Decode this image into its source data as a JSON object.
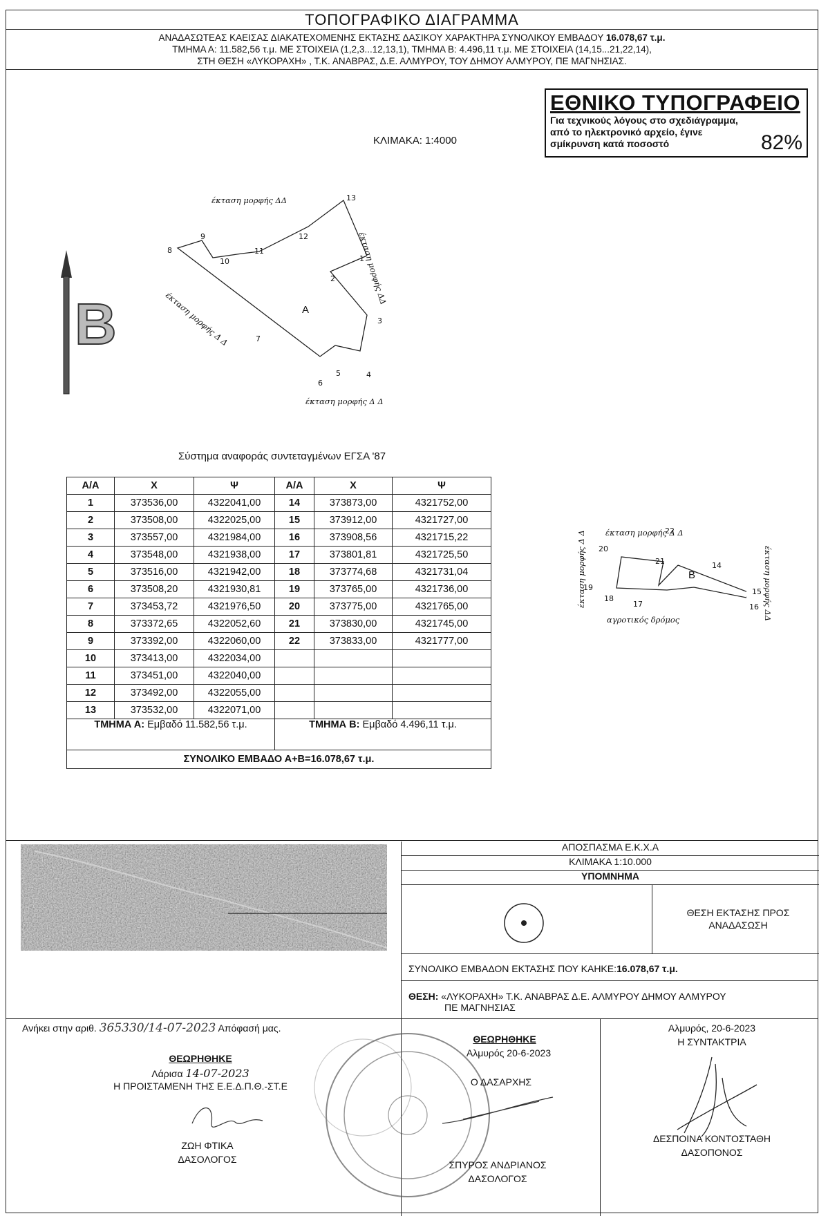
{
  "header": {
    "title": "ΤΟΠΟΓΡΑΦΙΚΟ ΔΙΑΓΡΑΜΜΑ",
    "line1_pre": "ΑΝΑΔΑΣΩΤΕΑΣ ΚΑΕΙΣΑΣ ΔΙΑΚΑΤΕΧΟΜΕΝΗΣ ΕΚΤΑΣΗΣ ΔΑΣΙΚΟΥ ΧΑΡΑΚΤΗΡΑ ΣΥΝΟΛΙΚΟΥ ΕΜΒΑΔΟΥ ",
    "line1_bold": "16.078,67 τ.μ.",
    "line2": "ΤΜΗΜΑ Α: 11.582,56 τ.μ. ΜΕ ΣΤΟΙΧΕΙΑ (1,2,3...12,13,1), ΤΜΗΜΑ Β: 4.496,11 τ.μ. ΜΕ ΣΤΟΙΧΕΙΑ (14,15...21,22,14),",
    "line3": "ΣΤΗ ΘΕΣΗ «ΛΥΚΟΡΑΧΗ» , Τ.Κ. ΑΝΑΒΡΑΣ, Δ.Ε. ΑΛΜΥΡΟΥ, ΤΟΥ ΔΗΜΟΥ ΑΛΜΥΡΟΥ, ΠΕ ΜΑΓΝΗΣΙΑΣ."
  },
  "stamp": {
    "title": "ΕΘΝΙΚΟ ΤΥΠΟΓΡΑΦΕΙΟ",
    "line1": "Για τεχνικούς λόγους στο σχεδιάγραμμα,",
    "line2": "από το ηλεκτρονικό αρχείο, έγινε",
    "line3": "σμίκρυνση κατά ποσοστό",
    "percent": "82%"
  },
  "scale": "ΚΛΙΜΑΚΑ: 1:4000",
  "north_letter": "Β",
  "parcel_a": {
    "label": "Α",
    "top_label": "έκταση μορφής ΔΔ",
    "right_label": "έκταση μορφής ΔΔ",
    "left_label": "έκταση μορφής Δ Δ",
    "bottom_label": "έκταση μορφής Δ Δ",
    "points": [
      "1",
      "2",
      "3",
      "4",
      "5",
      "6",
      "7",
      "8",
      "9",
      "10",
      "11",
      "12",
      "13"
    ]
  },
  "parcel_b": {
    "label": "Β",
    "top_label": "έκταση μορφής Δ Δ",
    "left_label": "έκταση μορφής Δ Δ",
    "right_label": "έκταση μορφής ΔΔ",
    "bottom_label": "αγροτικός δρόμος",
    "points": [
      "14",
      "15",
      "16",
      "17",
      "18",
      "19",
      "20",
      "21",
      "22"
    ]
  },
  "reference_system": "Σύστημα αναφοράς συντεταγμένων ΕΓΣΑ '87",
  "table": {
    "headers": [
      "Α/Α",
      "Χ",
      "Ψ",
      "Α/Α",
      "Χ",
      "Ψ"
    ],
    "rows": [
      [
        "1",
        "373536,00",
        "4322041,00",
        "14",
        "373873,00",
        "4321752,00"
      ],
      [
        "2",
        "373508,00",
        "4322025,00",
        "15",
        "373912,00",
        "4321727,00"
      ],
      [
        "3",
        "373557,00",
        "4321984,00",
        "16",
        "373908,56",
        "4321715,22"
      ],
      [
        "4",
        "373548,00",
        "4321938,00",
        "17",
        "373801,81",
        "4321725,50"
      ],
      [
        "5",
        "373516,00",
        "4321942,00",
        "18",
        "373774,68",
        "4321731,04"
      ],
      [
        "6",
        "373508,20",
        "4321930,81",
        "19",
        "373765,00",
        "4321736,00"
      ],
      [
        "7",
        "373453,72",
        "4321976,50",
        "20",
        "373775,00",
        "4321765,00"
      ],
      [
        "8",
        "373372,65",
        "4322052,60",
        "21",
        "373830,00",
        "4321745,00"
      ],
      [
        "9",
        "373392,00",
        "4322060,00",
        "22",
        "373833,00",
        "4321777,00"
      ],
      [
        "10",
        "373413,00",
        "4322034,00",
        "",
        "",
        ""
      ],
      [
        "11",
        "373451,00",
        "4322040,00",
        "",
        "",
        ""
      ],
      [
        "12",
        "373492,00",
        "4322055,00",
        "",
        "",
        ""
      ],
      [
        "13",
        "373532,00",
        "4322071,00",
        "",
        "",
        ""
      ]
    ],
    "area_a_label": "ΤΜΗΜΑ Α:",
    "area_a_value": "Εμβαδό 11.582,56 τ.μ.",
    "area_b_label": "ΤΜΗΜΑ Β:",
    "area_b_value": "Εμβαδό 4.496,11 τ.μ.",
    "total": "ΣΥΝΟΛΙΚΟ ΕΜΒΑΔΟ Α+Β=16.078,67 τ.μ."
  },
  "legend": {
    "title": "ΑΠΟΣΠΑΣΜΑ Ε.Κ.Χ.Α",
    "scale": "ΚΛΙΜΑΚΑ 1:10.000",
    "caption": "ΥΠΟΜΝΗΜΑ",
    "symbol_label": "ΘΕΣΗ ΕΚΤΑΣΗΣ ΠΡΟΣ ΑΝΑΔΑΣΩΣΗ",
    "total_pre": "ΣΥΝΟΛΙΚΟ ΕΜΒΑΔΟΝ ΕΚΤΑΣΗΣ ΠΟΥ ΚΑΗΚΕ:",
    "total_val": "16.078,67",
    "total_unit": " τ.μ.",
    "location_label": "ΘΕΣΗ:",
    "location_text": " «ΛΥΚΟΡΑΧΗ» Τ.Κ. ΑΝΑΒΡΑΣ  Δ.Ε. ΑΛΜΥΡΟΥ ΔΗΜΟΥ ΑΛΜΥΡΟΥ",
    "location_text2": "ΠΕ ΜΑΓΝΗΣΙΑΣ"
  },
  "signatures": {
    "decision_pre": "Ανήκει στην αριθ.",
    "decision_handwritten": "365330/14-07-2023",
    "decision_post": "Απόφασή μας.",
    "left_seen": "ΘΕΩΡΗΘΗΚΕ",
    "left_place": "Λάρισα",
    "left_date": "14-07-2023",
    "left_role": "Η ΠΡΟΙΣΤΑΜΕΝΗ ΤΗΣ Ε.Ε.Δ.Π.Θ.-ΣΤ.Ε",
    "left_name": "ΖΩΗ ΦΤΙΚΑ",
    "left_title": "ΔΑΣΟΛΟΓΟΣ",
    "mid_seen": "ΘΕΩΡΗΘΗΚΕ",
    "mid_place_date": "Αλμυρός    20-6-2023",
    "mid_role": "Ο ΔΑΣΑΡΧΗΣ",
    "mid_name": "ΣΠΥΡΟΣ ΑΝΔΡΙΑΝΟΣ",
    "mid_title": "ΔΑΣΟΛΟΓΟΣ",
    "right_place_date": "Αλμυρός,  20-6-2023",
    "right_role": "Η ΣΥΝΤΑΚΤΡΙΑ",
    "right_name": "ΔΕΣΠΟΙΝΑ ΚΟΝΤΟΣΤΑΘΗ",
    "right_title": "ΔΑΣΟΠΟΝΟΣ"
  }
}
